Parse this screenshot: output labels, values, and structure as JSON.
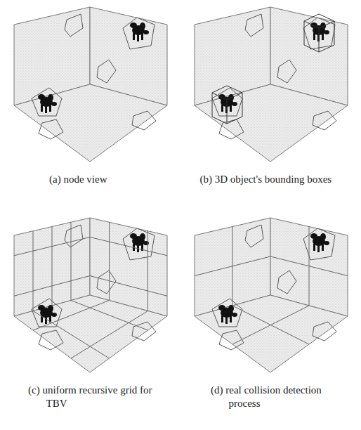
{
  "diagram": {
    "labels": [
      "(a) node view",
      "(b) 3D object's bounding boxes",
      "(c) uniform recursive grid for TBV",
      "(d) real collision detection process"
    ]
  }
}
